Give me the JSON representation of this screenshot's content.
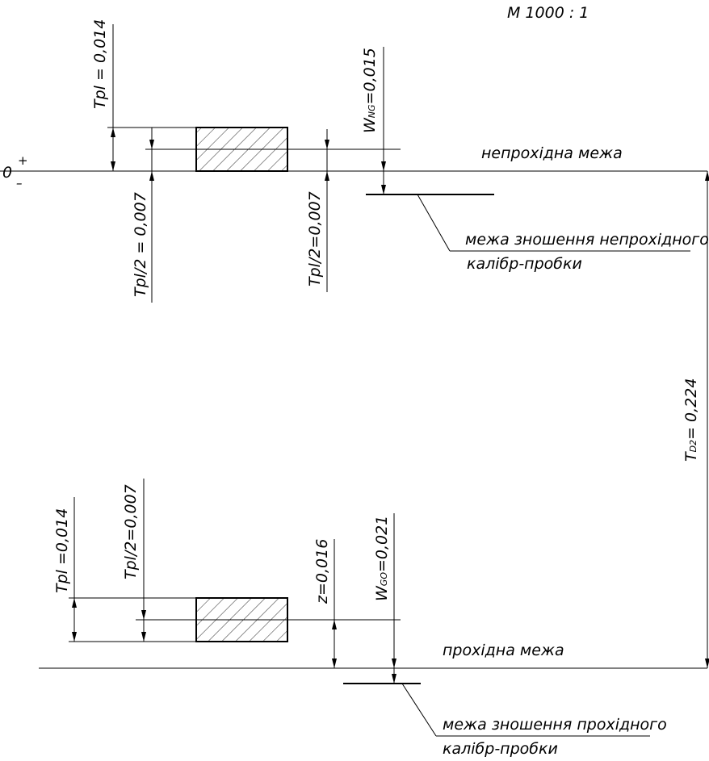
{
  "drawing": {
    "scale": "М 1000 : 1",
    "zero_line": {
      "zero": "0",
      "plus": "+",
      "minus": "–"
    },
    "no_go_limit": "непрохідна межа",
    "go_limit": "прохідна межа",
    "no_go_wear_limit": {
      "line1": "межа зношення непрохідного",
      "line2": "калібр-пробки"
    },
    "go_wear_limit": {
      "line1": "межа зношення прохідного",
      "line2": "калібр-пробки"
    },
    "tolerance_total": {
      "main": "T",
      "sub": "D2",
      "rest": "= 0,224"
    },
    "top": {
      "tpl": "Tpl = 0,014",
      "tpl_half_left": "Tpl/2 = 0,007",
      "tpl_half_right": "Tpl/2=0,007",
      "wear": {
        "main": "W",
        "sub": "NG",
        "rest": "=0,015"
      }
    },
    "bottom": {
      "tpl": "Tpl =0,014",
      "tpl_half": "Tpl/2=0,007",
      "z": "z=0,016",
      "wear": {
        "main": "W",
        "sub": "GO",
        "rest": "=0,021"
      }
    }
  }
}
